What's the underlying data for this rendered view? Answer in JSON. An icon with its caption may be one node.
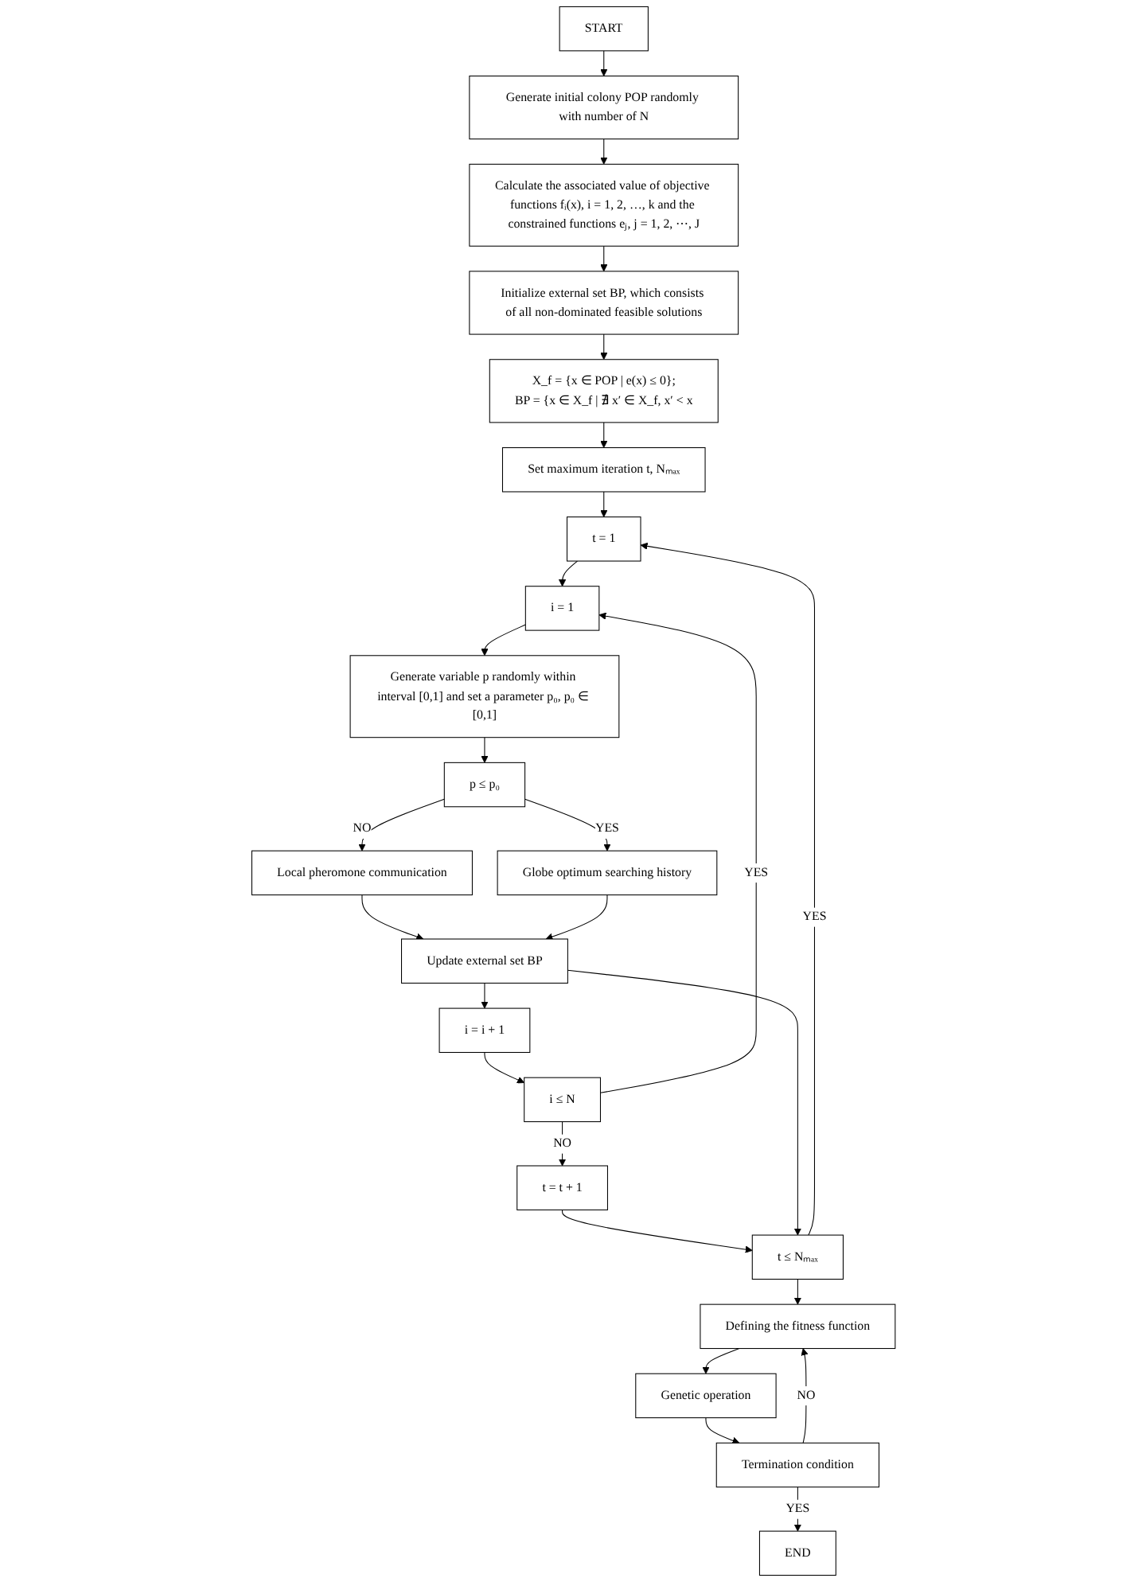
{
  "diagram": {
    "nodes": [
      {
        "text": [
          "START"
        ]
      },
      {
        "text": [
          "Generate initial colony POP randomly with number of N"
        ]
      },
      {
        "text": [
          "Calculate the associated value of objective functions fᵢ(x), i = 1, 2, …, k and the constrained functions eⱼ, j = 1, 2, ⋯, J"
        ]
      },
      {
        "text": [
          "Initialize external set BP, which consists of all non-dominated feasible solutions"
        ]
      },
      {
        "text": [
          "X_f = {x ∈ POP | e(x) ≤ 0};",
          "BP = {x ∈ X_f | ∄ x′ ∈ X_f, x′ < x"
        ]
      },
      {
        "text": [
          "Set maximum iteration t, Nₘₐₓ"
        ]
      },
      {
        "text": [
          "t = 1"
        ]
      },
      {
        "text": [
          "i = 1"
        ]
      },
      {
        "text": [
          "Generate variable p randomly within interval [0,1] and set a parameter p₀, p₀ ∈ [0,1]"
        ]
      },
      {
        "text": [
          "p ≤ p₀"
        ]
      },
      {
        "text": [
          "Local pheromone communication"
        ]
      },
      {
        "text": [
          "Globe optimum searching history"
        ]
      },
      {
        "text": [
          "Update external set BP"
        ]
      },
      {
        "text": [
          "i = i + 1"
        ]
      },
      {
        "text": [
          "i ≤ N"
        ]
      },
      {
        "text": [
          "t = t + 1"
        ]
      },
      {
        "text": [
          "t ≤ Nₘₐₓ"
        ]
      },
      {
        "text": [
          "Defining the fitness function"
        ]
      },
      {
        "text": [
          "Genetic operation"
        ]
      },
      {
        "text": [
          "Termination condition"
        ]
      },
      {
        "text": [
          "END"
        ]
      }
    ],
    "edges": [
      {
        "from": 0,
        "to": 1,
        "arrow": "to"
      },
      {
        "from": 1,
        "to": 2,
        "arrow": "to"
      },
      {
        "from": 2,
        "to": 3,
        "arrow": "to"
      },
      {
        "from": 3,
        "to": 4,
        "arrow": "to"
      },
      {
        "from": 4,
        "to": 5,
        "arrow": "to"
      },
      {
        "from": 5,
        "to": 6,
        "arrow": "to"
      },
      {
        "from": 6,
        "to": 7,
        "arrow": "to"
      },
      {
        "from": 7,
        "to": 8,
        "arrow": "to"
      },
      {
        "from": 8,
        "to": 9,
        "arrow": "to"
      },
      {
        "from": 9,
        "to": 10,
        "arrow": "to",
        "label": "NO"
      },
      {
        "from": 9,
        "to": 11,
        "arrow": "to",
        "label": "YES"
      },
      {
        "from": 10,
        "to": 12,
        "arrow": "to"
      },
      {
        "from": 11,
        "to": 12,
        "arrow": "to"
      },
      {
        "from": 12,
        "to": 13,
        "arrow": "to"
      },
      {
        "from": 13,
        "to": 14,
        "arrow": "to"
      },
      {
        "from": 14,
        "to": 7,
        "arrow": "to",
        "label": "YES"
      },
      {
        "from": 14,
        "to": 15,
        "arrow": "to",
        "label": "NO"
      },
      {
        "from": 15,
        "to": 16,
        "arrow": "to"
      },
      {
        "from": 12,
        "to": 16,
        "arrow": "to"
      },
      {
        "from": 16,
        "to": 6,
        "arrow": "to",
        "label": "YES"
      },
      {
        "from": 16,
        "to": 17,
        "arrow": "to"
      },
      {
        "from": 17,
        "to": 18,
        "arrow": "to"
      },
      {
        "from": 18,
        "to": 19,
        "arrow": "to"
      },
      {
        "from": 19,
        "to": 20,
        "arrow": "to",
        "label": "YES"
      },
      {
        "from": 19,
        "to": 17,
        "arrow": "to",
        "label": "NO"
      }
    ]
  }
}
